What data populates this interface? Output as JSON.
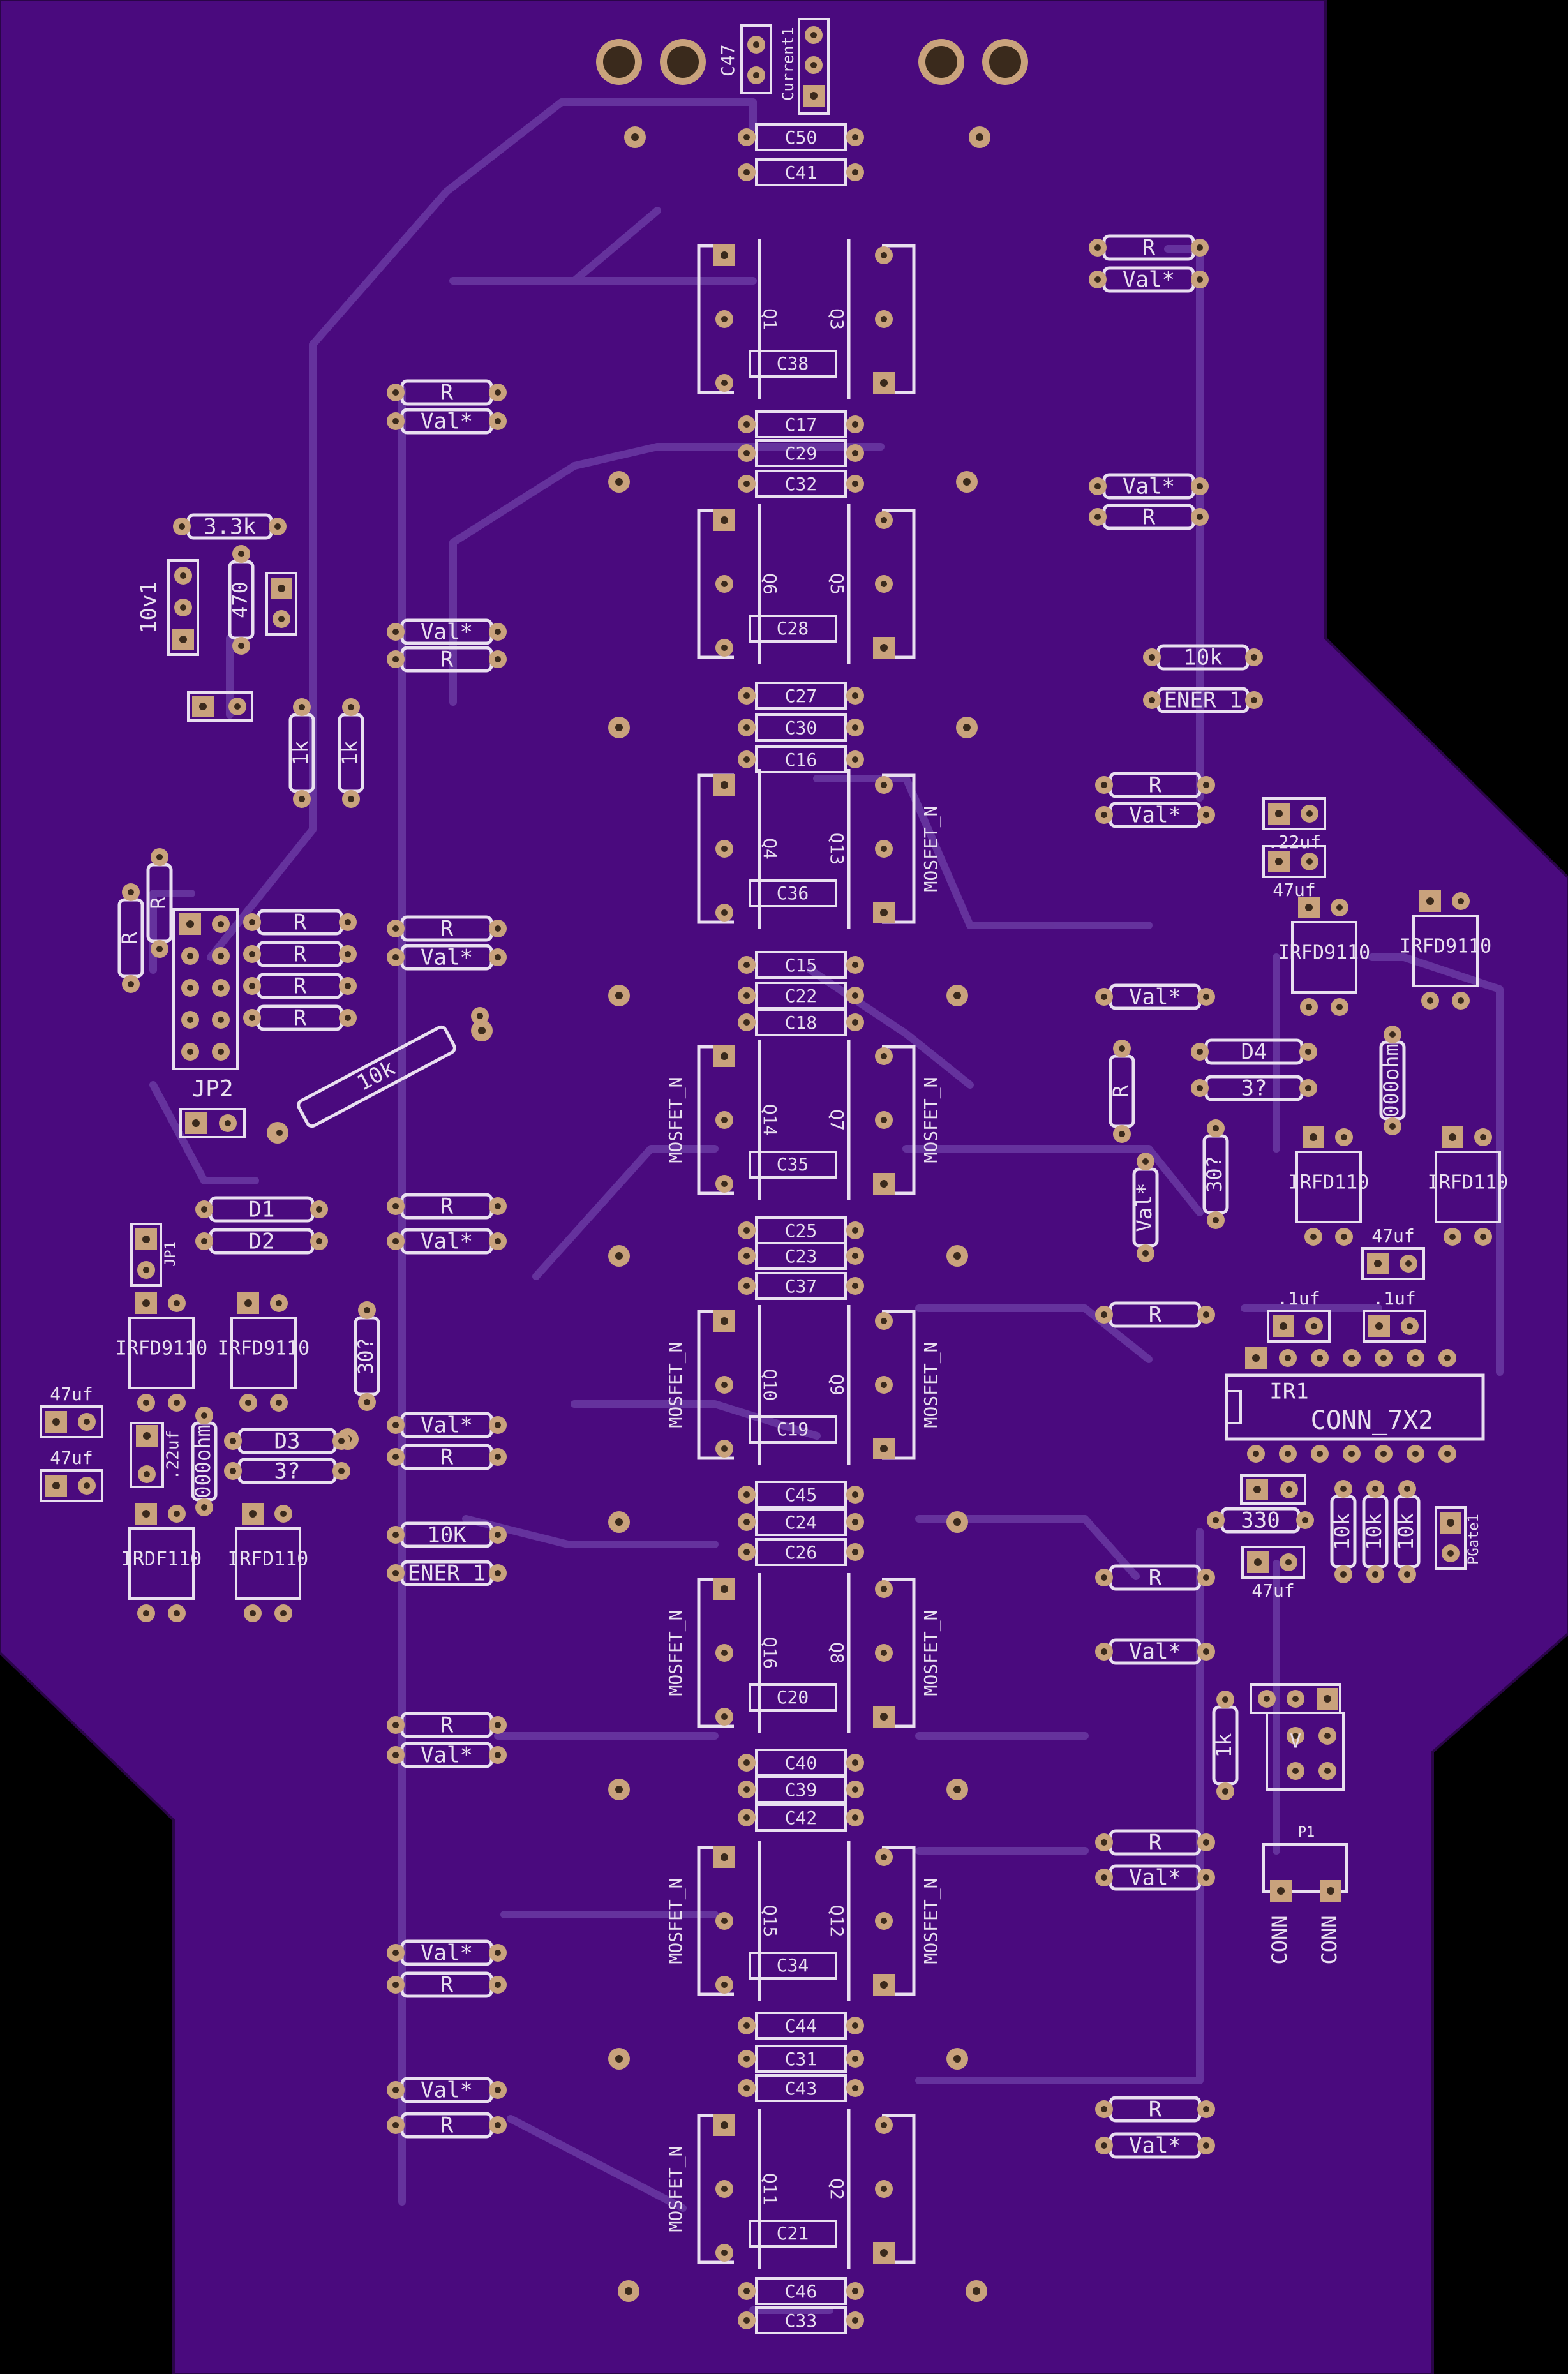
{
  "colors": {
    "background": "#000000",
    "board": "#4a0a7e",
    "trace": "#6a3aa2",
    "silk": "#e9dff0",
    "pad": "#c9a27c",
    "hole": "#3a2a1c"
  },
  "labels": [
    {
      "id": "C47",
      "text": "C47"
    },
    {
      "id": "Current1",
      "text": "Current1"
    },
    {
      "id": "C50",
      "text": "C50"
    },
    {
      "id": "C41",
      "text": "C41"
    },
    {
      "id": "Q1",
      "text": "Q1"
    },
    {
      "id": "Q3",
      "text": "Q3"
    },
    {
      "id": "C38",
      "text": "C38"
    },
    {
      "id": "C17",
      "text": "C17"
    },
    {
      "id": "C29",
      "text": "C29"
    },
    {
      "id": "C32",
      "text": "C32"
    },
    {
      "id": "Q6",
      "text": "Q6"
    },
    {
      "id": "Q5",
      "text": "Q5"
    },
    {
      "id": "C28",
      "text": "C28"
    },
    {
      "id": "C27",
      "text": "C27"
    },
    {
      "id": "C30",
      "text": "C30"
    },
    {
      "id": "C16",
      "text": "C16"
    },
    {
      "id": "Q4",
      "text": "Q4"
    },
    {
      "id": "Q13",
      "text": "Q13"
    },
    {
      "id": "C36",
      "text": "C36"
    },
    {
      "id": "C15",
      "text": "C15"
    },
    {
      "id": "C22",
      "text": "C22"
    },
    {
      "id": "C18",
      "text": "C18"
    },
    {
      "id": "Q14",
      "text": "Q14"
    },
    {
      "id": "Q7",
      "text": "Q7"
    },
    {
      "id": "C35",
      "text": "C35"
    },
    {
      "id": "C25",
      "text": "C25"
    },
    {
      "id": "C23",
      "text": "C23"
    },
    {
      "id": "C37",
      "text": "C37"
    },
    {
      "id": "Q10",
      "text": "Q10"
    },
    {
      "id": "Q9",
      "text": "Q9"
    },
    {
      "id": "C19",
      "text": "C19"
    },
    {
      "id": "C45",
      "text": "C45"
    },
    {
      "id": "C24",
      "text": "C24"
    },
    {
      "id": "C26",
      "text": "C26"
    },
    {
      "id": "Q16",
      "text": "Q16"
    },
    {
      "id": "Q8",
      "text": "Q8"
    },
    {
      "id": "C20",
      "text": "C20"
    },
    {
      "id": "C40",
      "text": "C40"
    },
    {
      "id": "C39",
      "text": "C39"
    },
    {
      "id": "C42",
      "text": "C42"
    },
    {
      "id": "Q15",
      "text": "Q15"
    },
    {
      "id": "Q12",
      "text": "Q12"
    },
    {
      "id": "C34",
      "text": "C34"
    },
    {
      "id": "C44",
      "text": "C44"
    },
    {
      "id": "C31",
      "text": "C31"
    },
    {
      "id": "C43",
      "text": "C43"
    },
    {
      "id": "Q11",
      "text": "Q11"
    },
    {
      "id": "Q2",
      "text": "Q2"
    },
    {
      "id": "C21",
      "text": "C21"
    },
    {
      "id": "C46",
      "text": "C46"
    },
    {
      "id": "C33",
      "text": "C33"
    },
    {
      "id": "MOSFET_N",
      "text": "MOSFET_N"
    },
    {
      "id": "R",
      "text": "R"
    },
    {
      "id": "Val",
      "text": "Val*"
    },
    {
      "id": "r3k3",
      "text": "3.3k"
    },
    {
      "id": "r470",
      "text": "470"
    },
    {
      "id": "v10v1",
      "text": "10v1"
    },
    {
      "id": "r1k",
      "text": "1k"
    },
    {
      "id": "r10k",
      "text": "10k"
    },
    {
      "id": "r10K",
      "text": "10K"
    },
    {
      "id": "JP2",
      "text": "JP2"
    },
    {
      "id": "JP1",
      "text": "JP1"
    },
    {
      "id": "D1",
      "text": "D1"
    },
    {
      "id": "D2",
      "text": "D2"
    },
    {
      "id": "D3",
      "text": "D3"
    },
    {
      "id": "D4",
      "text": "D4"
    },
    {
      "id": "IRFD9110",
      "text": "IRFD9110"
    },
    {
      "id": "IRFD110",
      "text": "IRFD110"
    },
    {
      "id": "IRDF110",
      "text": "IRDF110"
    },
    {
      "id": "c47uf",
      "text": "47uf"
    },
    {
      "id": "c22uf",
      "text": ".22uf"
    },
    {
      "id": "c1uf",
      "text": ".1uf"
    },
    {
      "id": "ohm",
      "text": "000ohm"
    },
    {
      "id": "q3",
      "text": "3?"
    },
    {
      "id": "q30",
      "text": "30?"
    },
    {
      "id": "ENER1",
      "text": "ENER_1"
    },
    {
      "id": "IR1",
      "text": "IR1"
    },
    {
      "id": "CONN7X2",
      "text": "CONN_7X2"
    },
    {
      "id": "r330",
      "text": "330"
    },
    {
      "id": "PGate1",
      "text": "PGate1"
    },
    {
      "id": "P1",
      "text": "P1"
    },
    {
      "id": "CONN",
      "text": "CONN"
    },
    {
      "id": "v1",
      "text": "V"
    }
  ]
}
